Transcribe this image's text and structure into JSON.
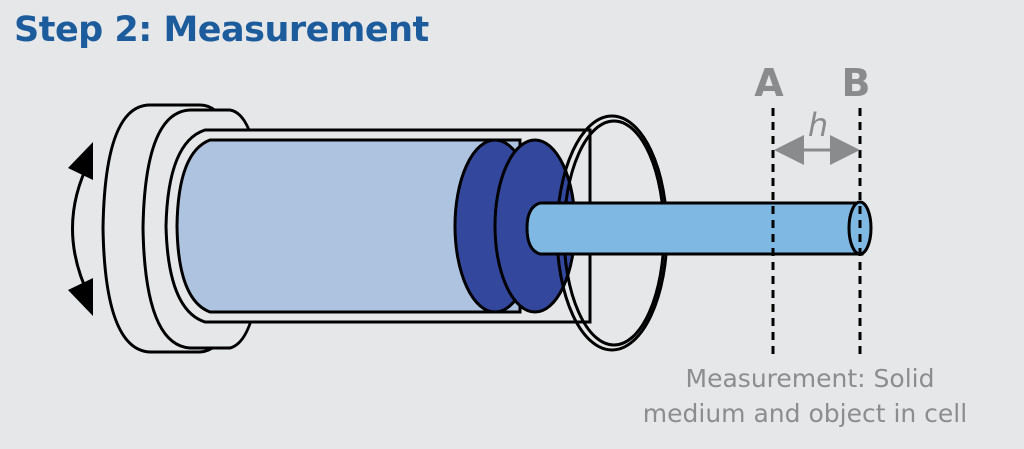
{
  "title": "Step 2: Measurement",
  "labels": {
    "a": "A",
    "b": "B",
    "h": "h"
  },
  "caption": [
    "Measurement: Solid",
    "medium and object in cell"
  ],
  "colors": {
    "title": "#1d5c9c",
    "medium": "#aec3df",
    "plunger": "#33489c",
    "rod": "#7fb8e2",
    "annotation": "#8a8b8d"
  }
}
